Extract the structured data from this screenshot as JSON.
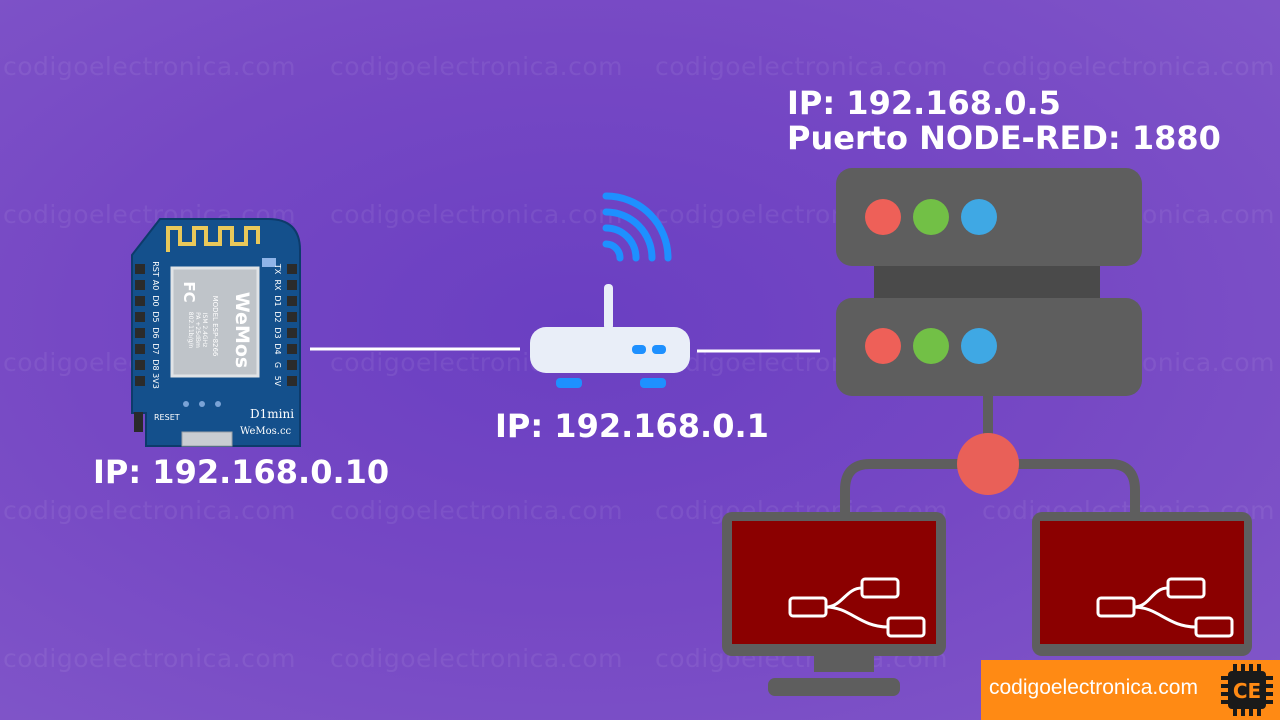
{
  "watermark": "codigoelectronica.com",
  "device": {
    "ip_label": "IP: 192.168.0.10",
    "reset_label": "RESET",
    "board_model": "D1mini",
    "board_brand": "WeMos.cc",
    "module_brand": "WeMos",
    "module_model": "MODEL ESP-8266",
    "module_fc": "FC",
    "module_specs": [
      "ISM 2.4GHz",
      "PA +25dBm",
      "802.11b/g/n"
    ],
    "pins_left": [
      "RST",
      "A0",
      "D0",
      "D5",
      "D6",
      "D7",
      "D8",
      "3V3"
    ],
    "pins_right": [
      "TX",
      "RX",
      "D1",
      "D2",
      "D3",
      "D4",
      "G",
      "5V"
    ]
  },
  "router": {
    "ip_label": "IP: 192.168.0.1"
  },
  "server": {
    "ip_label": "IP: 192.168.0.5",
    "port_label": "Puerto NODE-RED: 1880"
  },
  "brand": {
    "text": "codigoelectronica.com",
    "logo_text": "CE"
  },
  "colors": {
    "wifi_blue": "#1e90ff",
    "router_body": "#e9eef8",
    "server_gray": "#5e5e5e",
    "led_red": "#ee6058",
    "led_green": "#72c046",
    "led_blue": "#3fa8e4",
    "hub_red": "#e96058",
    "monitor_red": "#8b0000",
    "board_blue": "#14508c",
    "brand_orange": "#ff8a14"
  }
}
